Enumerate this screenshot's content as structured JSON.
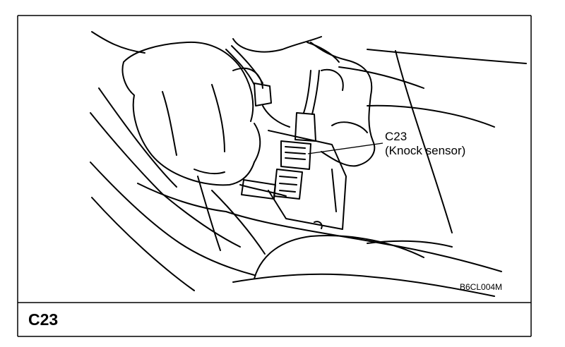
{
  "figure": {
    "callout_line1": "C23",
    "callout_line2": "(Knock sensor)",
    "image_code": "B6CL004M",
    "footer_label": "C23"
  }
}
